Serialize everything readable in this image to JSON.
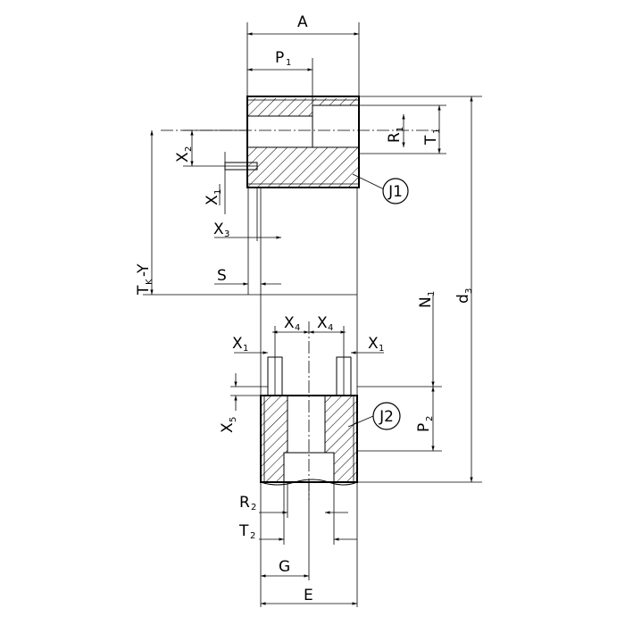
{
  "labels": {
    "A": "A",
    "P": "P",
    "P_sub": "1",
    "R1": "R",
    "R1_sub": "1",
    "T1": "T",
    "T1_sub": "1",
    "X2": "X",
    "X2_sub": "2",
    "X1_top": "X",
    "X1_top_sub": "1",
    "J1": "J1",
    "X3": "X",
    "X3_sub": "3",
    "TkY": "T",
    "TkY_sub": "K",
    "TkY_rest": "-Y",
    "S": "S",
    "N1": "N",
    "N1_sub": "1",
    "d3": "d",
    "d3_sub": "3",
    "X4_left": "X",
    "X4_left_sub": "4",
    "X4_right": "X",
    "X4_right_sub": "4",
    "X1_left": "X",
    "X1_left_sub": "1",
    "X1_right": "X",
    "X1_right_sub": "1",
    "X5": "X",
    "X5_sub": "5",
    "J2": "J2",
    "P2": "P",
    "P2_sub": "2",
    "R2": "R",
    "R2_sub": "2",
    "T2": "T",
    "T2_sub": "2",
    "G": "G",
    "E": "E"
  }
}
